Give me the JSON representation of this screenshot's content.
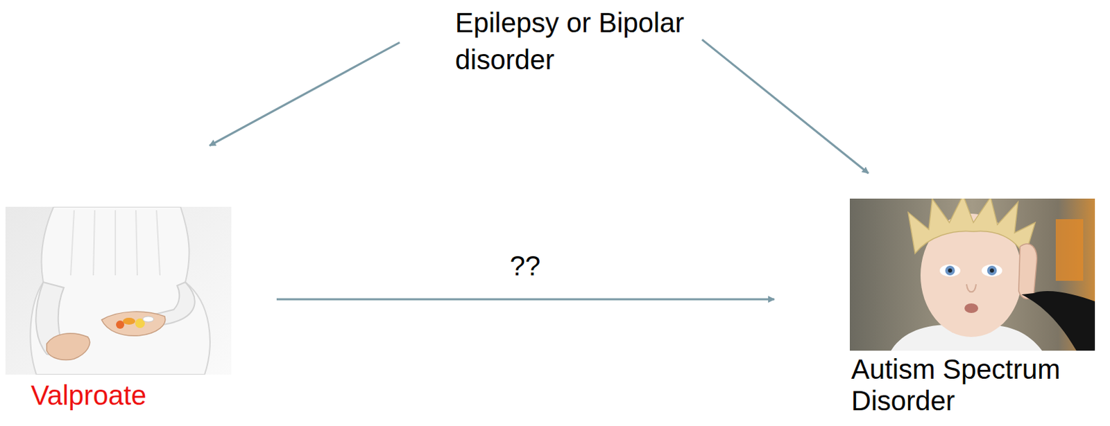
{
  "diagram": {
    "nodes": [
      {
        "text": [
          "Epilepsy or Bipolar disorder"
        ]
      },
      {
        "text": [
          "Valproate"
        ]
      },
      {
        "text": [
          "Autism Spectrum Disorder"
        ]
      }
    ],
    "edges": [
      {
        "from": 0,
        "to": 1,
        "arrow": "to"
      },
      {
        "from": 0,
        "to": 2,
        "arrow": "to"
      },
      {
        "from": 1,
        "to": 2,
        "label": "??",
        "arrow": "to"
      }
    ]
  }
}
